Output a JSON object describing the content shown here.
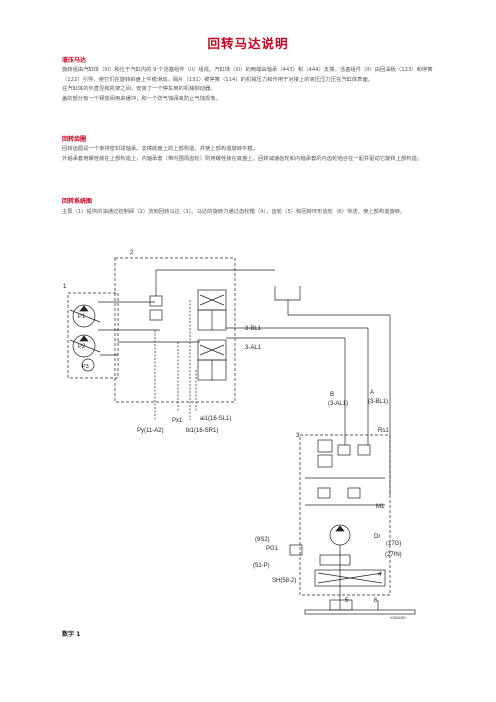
{
  "document": {
    "title": "回转马达说明",
    "sections": [
      {
        "heading": "液压马达",
        "paragraphs": [
          "旋转组由汽缸体（III）和位于汽缸内的 9 个活塞组件（II）组成。汽缸体（III）的两端由轴承（443）和（444）支撑。活塞组件（II）由回油板（123）和停簧（122）引导，使它们在旋转斜盘上平稳滑动。阀片（131）被停簧（114）的机械压力和作用于对接上的液压压力压在汽缸体表面。",
          "在汽缸体的外直径和机架之间，安装了一个停车用的机械制动器。",
          "盖的部分有一个释放阀用来缓冲，和一个防气蚀阀来防止气蚀现象。"
        ]
      },
      {
        "heading": "回转齿圈",
        "paragraphs": [
          "回转齿圈是一个单排密封球轴承。支撑底盘上的上部构造，并使上部构造旋转平稳。",
          "外轴承套用螺栓装在上部构造上，内轴承套（带内围周齿轮）则用螺栓装在底盘上。回转减速齿轮和内轴承套的内齿轮啮合在一起并驱动它旋转上部构造。"
        ]
      },
      {
        "heading": "回转系统图",
        "paragraphs": [
          "主泵（1）提供的油通过控制阀（2）流到回转马达（3）。马达的旋转力通过齿轮箱（4），齿轮（5）和回转环形齿轮（6）传送，使上部构造旋转。"
        ]
      }
    ],
    "figure_caption": "数字 1"
  },
  "diagram": {
    "labels": {
      "n1": "1",
      "n2": "2",
      "n3": "3",
      "n4": "4",
      "n5": "5",
      "n6": "6",
      "p1": "P1",
      "p2": "P2",
      "p3": "P3",
      "bl1": "3-BL1",
      "al1": "3-AL1",
      "px1": "Px1",
      "py": "Py(11-A2)",
      "ai1": "ai1(16-SL1)",
      "bi1": "bi1(16-SR1)",
      "b": "B",
      "b_sub": "(3-AL1)",
      "a": "A",
      "a_sub": "(3-BL1)",
      "rs1": "Rs1",
      "m1": "M1",
      "s9": "(9S2)",
      "pg1": "PG1",
      "p51": "(51-P)",
      "sh": "SH(58-2)",
      "dr": "Dr",
      "g17": "(17G)",
      "in27": "(27IN)",
      "code": "V1004451"
    }
  }
}
